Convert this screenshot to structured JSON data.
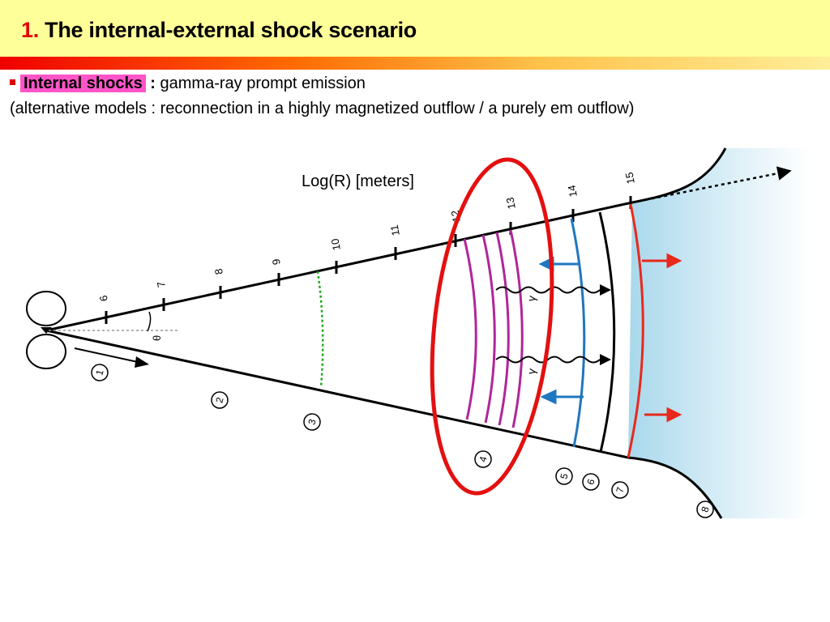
{
  "slide": {
    "title_number": "1.",
    "title_text": "The internal-external shock scenario",
    "bullet": {
      "highlight": "Internal shocks",
      "colon": ":",
      "rest": "gamma-ray prompt emission"
    },
    "alt_models": "(alternative models : reconnection in a highly magnetized outflow / a purely em outflow)"
  },
  "diagram": {
    "axis_label": "Log(R) [meters]",
    "tick_labels": [
      "6",
      "7",
      "8",
      "9",
      "10",
      "11",
      "12",
      "13",
      "14",
      "15"
    ],
    "theta_label": "θ",
    "gamma_label": "γ",
    "stage_labels": [
      "1",
      "2",
      "3",
      "4",
      "5",
      "6",
      "7",
      "8"
    ],
    "colors": {
      "internal_shocks": "#b0279a",
      "highlight_ellipse": "#e41010",
      "reverse_shock": "#1f77c0",
      "forward_shock": "#e8291b",
      "photosphere": "#22aa22",
      "external_medium": "#bfe4f1"
    }
  }
}
